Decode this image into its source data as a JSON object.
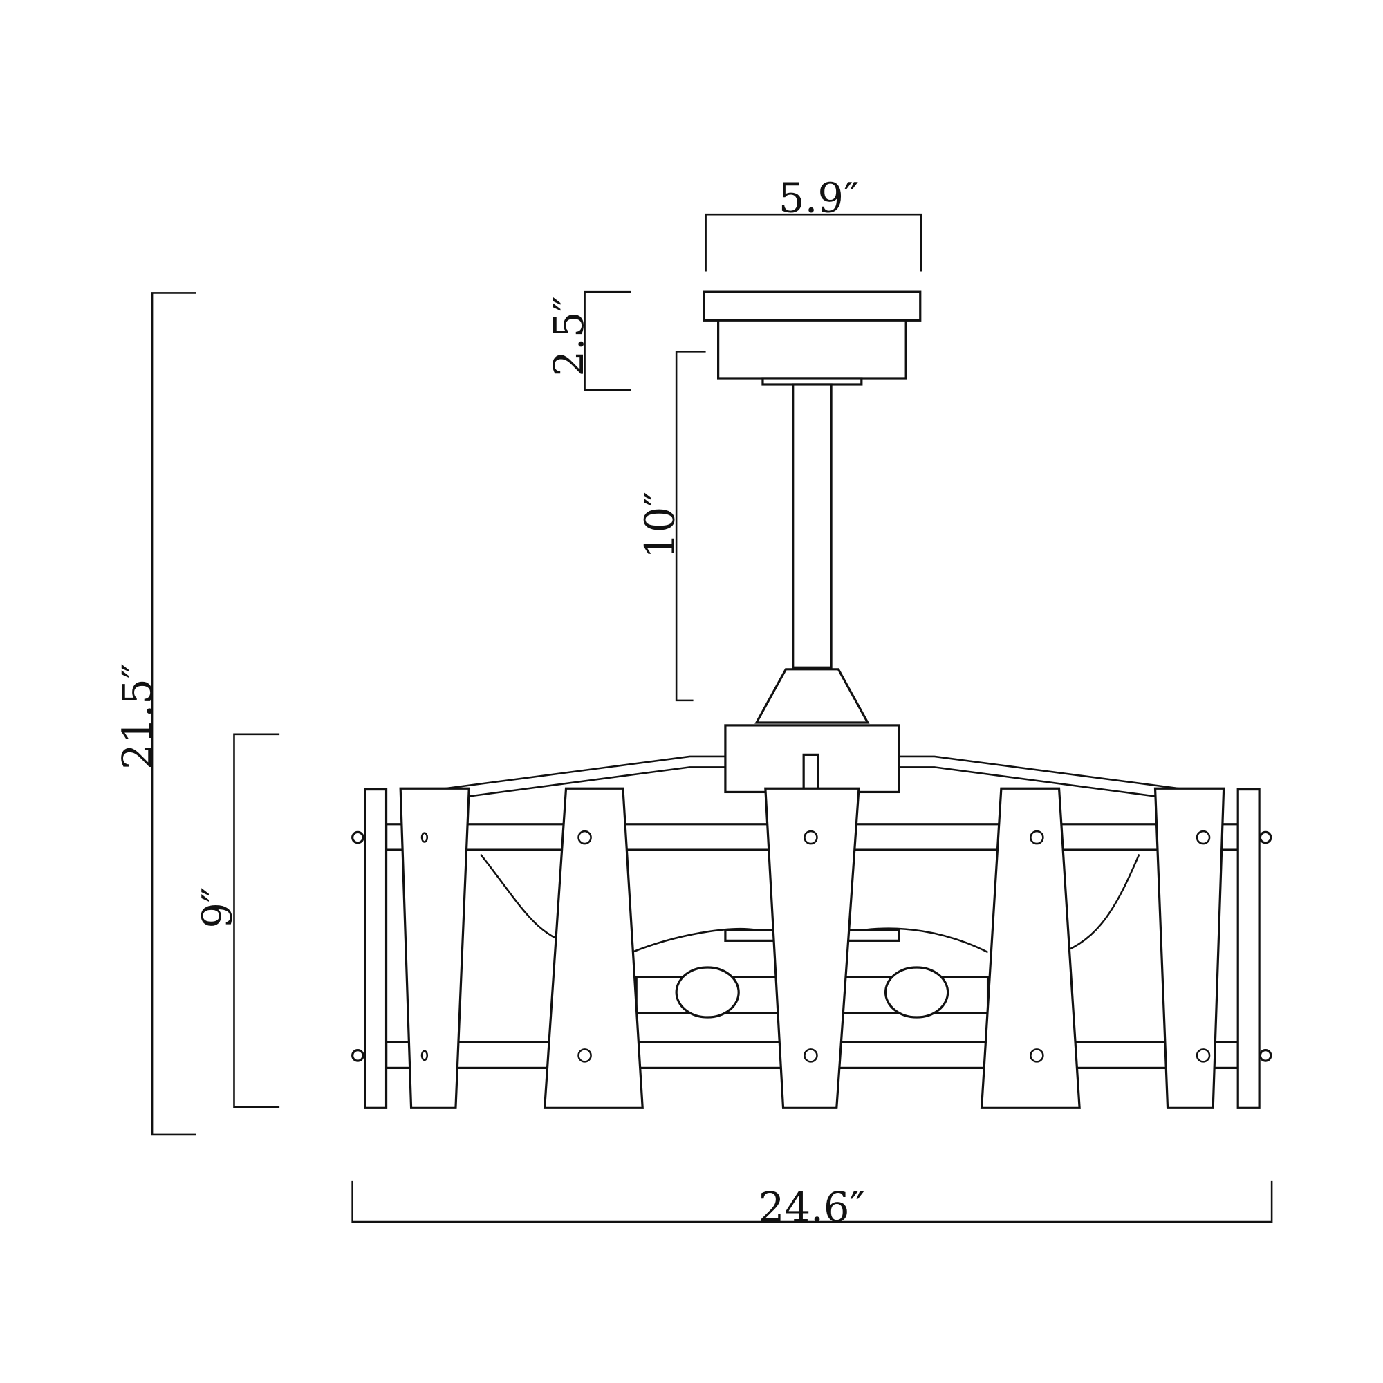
{
  "dimensions": {
    "canopy_width": "5.9″",
    "canopy_height": "2.5″",
    "downrod_length": "10″",
    "overall_height": "21.5″",
    "body_height": "9″",
    "overall_width": "24.6″"
  },
  "colors": {
    "line": "#111111",
    "background": "#ffffff"
  }
}
